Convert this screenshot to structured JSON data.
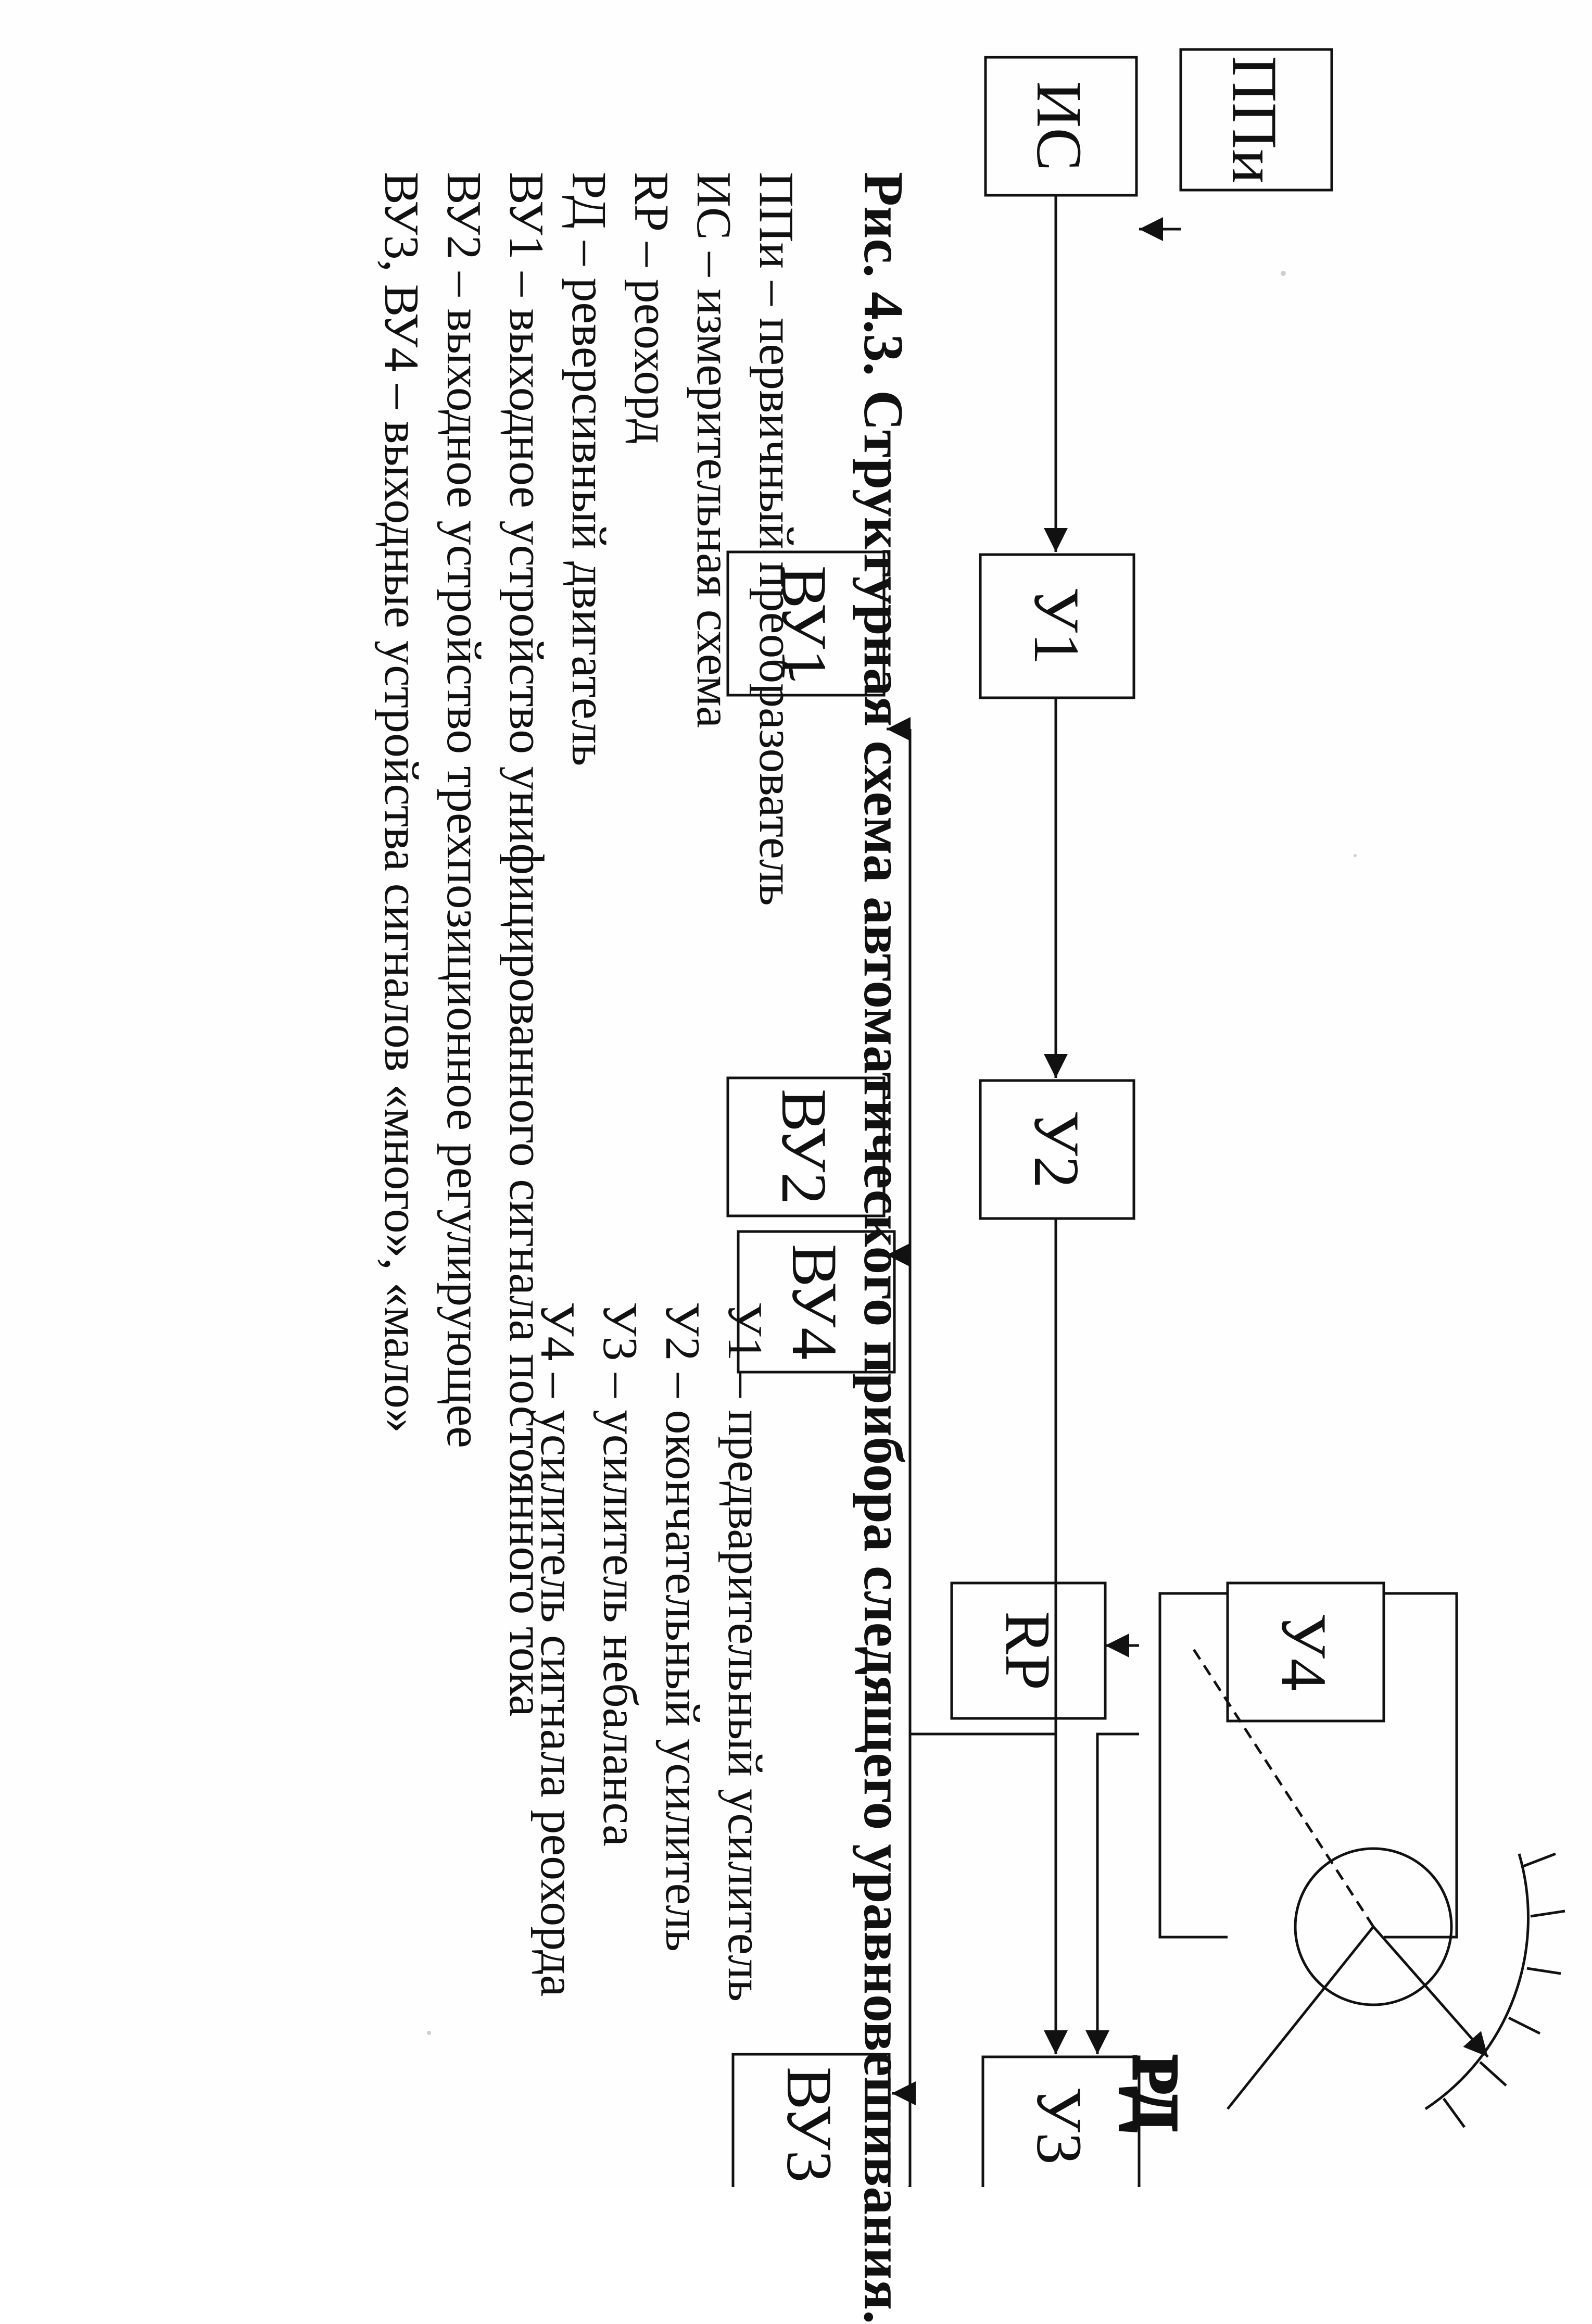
{
  "diagram": {
    "blocks": {
      "sensor": "ППи",
      "measuring_circuit": "ИС",
      "amp1": "У1",
      "amp2": "У2",
      "amp3": "У3",
      "amp4": "У4",
      "rheochord": "RP",
      "out1": "ВУ1",
      "out2": "ВУ2",
      "out3": "ВУ3",
      "out4": "ВУ4",
      "motor": "РД"
    }
  },
  "caption": "Рис. 4.3. Структурная схема автоматического прибора следящего уравновешивания.",
  "legend": {
    "left": [
      "ППи – первичный преобразователь",
      "ИС – измерительная схема",
      "RP – реохорд",
      "РД – реверсивный  двигатель",
      "ВУ1 – выходное устройство унифицированного сигнала постоянного тока",
      "ВУ2 – выходное устройство трехпозиционное регулирующее",
      "ВУ3, ВУ4 – выходные устройства сигналов «много», «мало»"
    ],
    "right": [
      "У1 – предварительный усилитель",
      "У2 – окончательный усилитель",
      "У3 – усилитель небаланса",
      "У4 – усилитель сигнала реохорда"
    ]
  },
  "colors": {
    "ink": "#111111",
    "paper": "#ffffff"
  }
}
